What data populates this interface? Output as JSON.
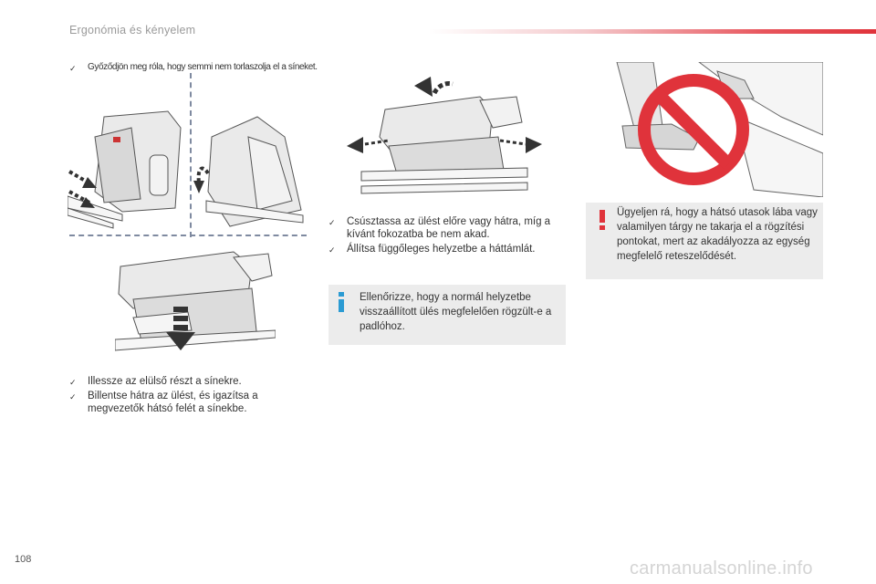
{
  "header": {
    "section_title": "Ergonómia és kényelem"
  },
  "left": {
    "note": "Győződjön meg róla, hogy semmi nem torlaszolja el a síneket.",
    "bullets": [
      "Illessze az elülső részt a sínekre.",
      "Billentse hátra az ülést, és igazítsa a megvezetők hátsó felét a sínekbe."
    ]
  },
  "middle": {
    "bullets": [
      "Csúsztassa az ülést előre vagy hátra, míg a kívánt fokozatba be nem akad.",
      "Állítsa függőleges helyzetbe a háttámlát."
    ],
    "info_box": {
      "icon": "info-icon",
      "text": "Ellenőrizze, hogy a normál helyzetbe visszaállított ülés megfelelően rögzült-e a padlóhoz."
    }
  },
  "right": {
    "warning_box": {
      "icon": "warning-icon",
      "text": "Ügyeljen rá, hogy a hátsó utasok lába vagy valamilyen tárgy ne takarja el a rögzítési pontokat, mert az akadályozza az egység megfelelő reteszelődését."
    }
  },
  "footer": {
    "page_number": "108",
    "watermark": "carmanualsonline.info"
  },
  "colors": {
    "accent_red": "#e0333b",
    "info_blue": "#2b9bd3",
    "box_gray": "#ececec"
  }
}
